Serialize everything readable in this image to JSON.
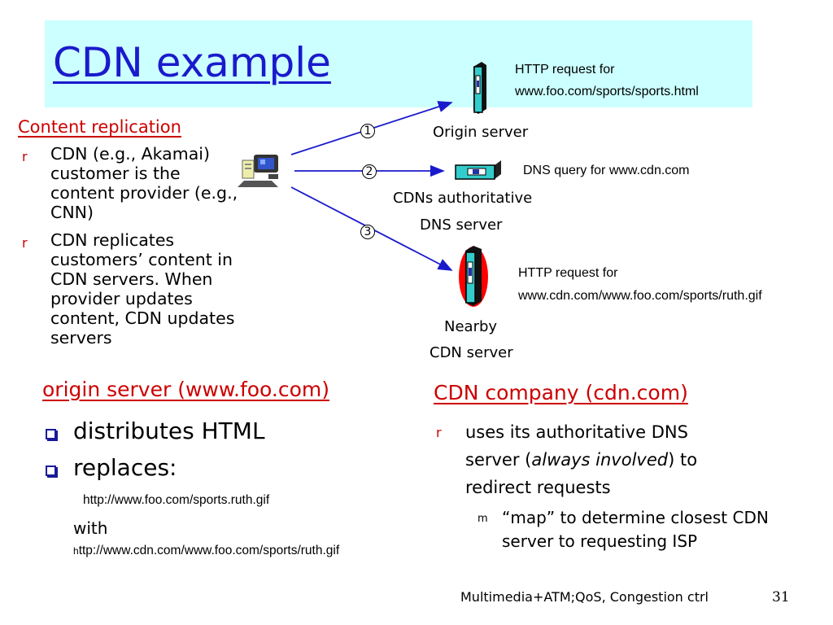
{
  "title": "CDN example",
  "content_replication": {
    "heading": "Content replication",
    "bullet_marker": "r",
    "bullets": [
      [
        "CDN (e.g., Akamai)",
        "customer is the",
        "content provider (e.g.,",
        "CNN)"
      ],
      [
        "CDN replicates",
        "customers’ content in",
        "CDN servers. When",
        "provider updates",
        "content, CDN updates",
        "servers"
      ]
    ]
  },
  "diagram": {
    "steps": [
      "1",
      "2",
      "3"
    ],
    "http_request_1": [
      "HTTP request for",
      "www.foo.com/sports/sports.html"
    ],
    "origin_server_label": "Origin server",
    "dns_query": "DNS query for www.cdn.com",
    "cdn_dns_label": [
      "CDNs authoritative",
      "DNS server"
    ],
    "http_request_3": [
      "HTTP request for",
      "www.cdn.com/www.foo.com/sports/ruth.gif"
    ],
    "nearby_label": [
      "Nearby",
      "CDN server"
    ]
  },
  "origin_section": {
    "heading": "origin server (www.foo.com)",
    "items": [
      "distributes HTML",
      "replaces:"
    ],
    "url_old": "http://www.foo.com/sports.ruth.gif",
    "with": "with",
    "url_new_prefix": "h",
    "url_new": "ttp://www.cdn.com/www.foo.com/sports/ruth.gif"
  },
  "cdn_section": {
    "heading": "CDN company (cdn.com)",
    "bullet_marker": "r",
    "sub_marker": "m",
    "point_pre": "uses its authoritative DNS",
    "point_mid_pre": "server (",
    "point_italic": "always involved",
    "point_mid_post": ") to",
    "point_end": "redirect requests",
    "sub_point": [
      "“map” to determine closest CDN",
      "server to requesting ISP"
    ]
  },
  "footer": {
    "course": "Multimedia+ATM;QoS, Congestion ctrl",
    "page": "31"
  }
}
